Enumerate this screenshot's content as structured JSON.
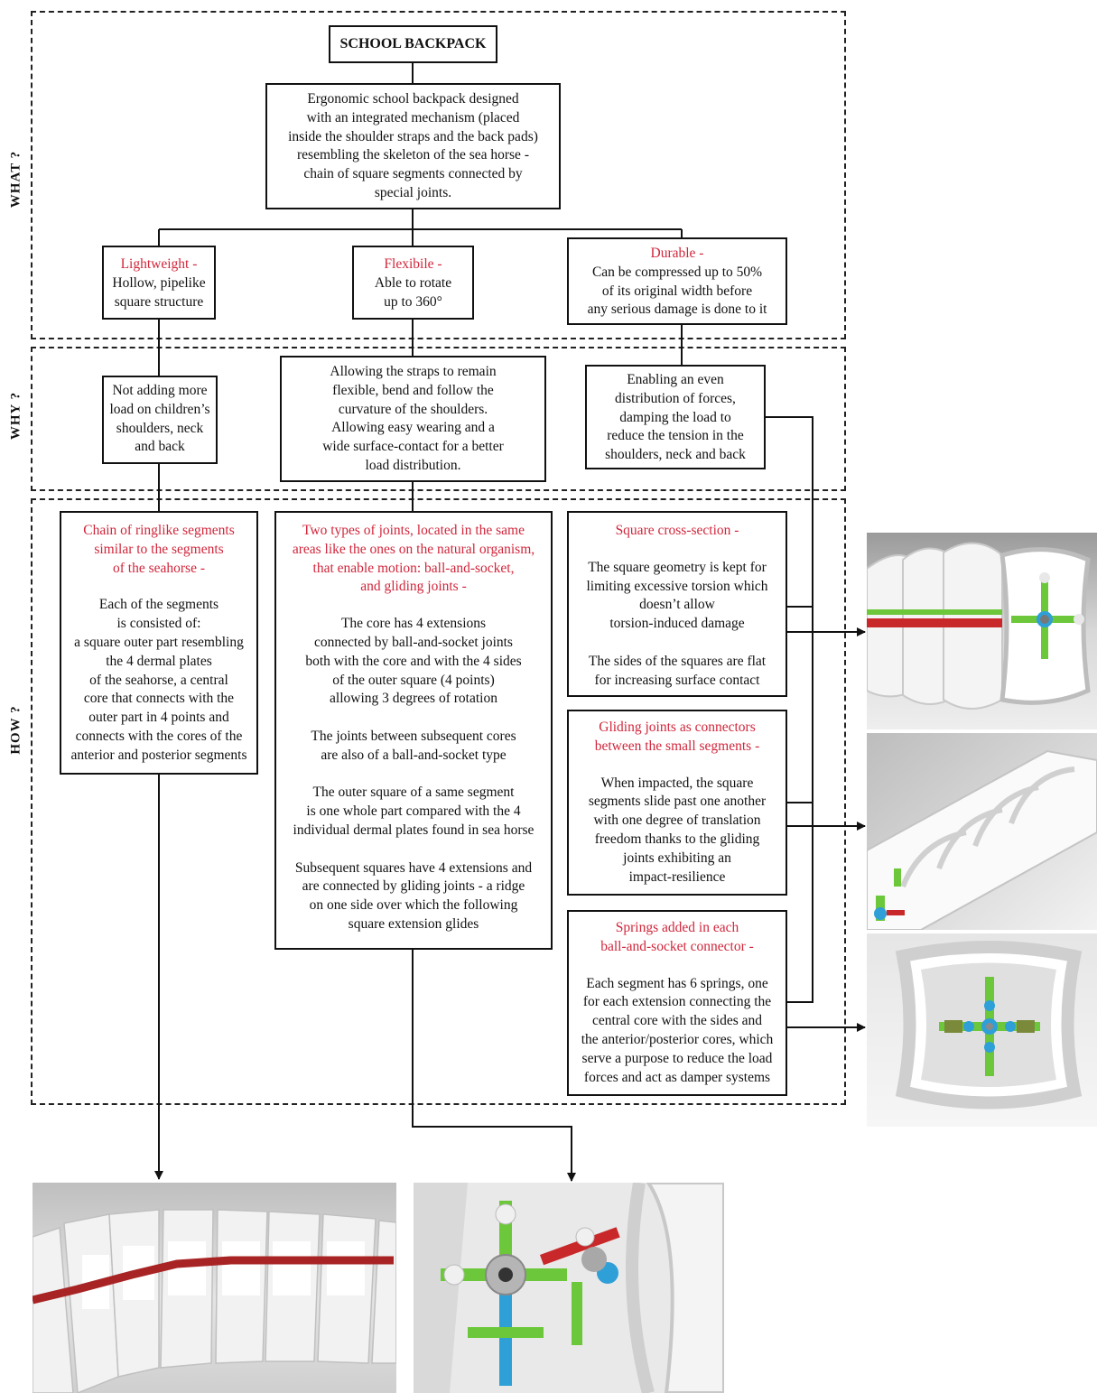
{
  "sections": {
    "what": "WHAT ?",
    "why": "WHY ?",
    "how": "HOW ?"
  },
  "root": {
    "title": "SCHOOL BACKPACK",
    "description": "Ergonomic school backpack designed\nwith an integrated mechanism (placed\ninside the shoulder straps and the back pads)\nresembling the skeleton of the sea horse -\nchain of square segments connected by\nspecial joints."
  },
  "what": [
    {
      "heading": "Lightweight -",
      "body": "Hollow, pipelike\nsquare structure"
    },
    {
      "heading": "Flexibile -",
      "body": "Able to rotate\nup to 360°"
    },
    {
      "heading": "Durable -",
      "body": "Can be compressed up to 50%\nof its original width before\nany serious damage is done to it"
    }
  ],
  "why": [
    {
      "body": "Not adding more\nload on children’s\nshoulders, neck\nand back"
    },
    {
      "body": "Allowing the straps to remain\nflexible, bend and follow the\ncurvature of the shoulders.\nAllowing easy wearing and a\nwide surface-contact for a better\nload distribution."
    },
    {
      "body": "Enabling an even\ndistribution of forces,\ndamping the load to\nreduce the tension in the\nshoulders, neck and back"
    }
  ],
  "how": {
    "segments": {
      "heading": "Chain of ringlike segments\nsimilar to the segments\nof the seahorse -",
      "body": "Each of the segments\nis consisted of:\na square outer part resembling\nthe 4 dermal plates\nof the seahorse, a central\ncore that connects with the\nouter part in 4 points and\nconnects with the cores of the\nanterior and posterior segments"
    },
    "joints": {
      "heading": "Two types of joints, located in the same\nareas like the ones on the natural organism,\nthat enable motion: ball-and-socket,\nand gliding joints -",
      "body": "The core has 4 extensions\nconnected by ball-and-socket joints\nboth with the core and with the 4 sides\nof the outer square (4 points)\nallowing 3 degrees of rotation\n\nThe joints between subsequent cores\nare also of a ball-and-socket type\n\nThe outer square of a same segment\nis one whole part compared with the 4\nindividual dermal plates found in sea horse\n\nSubsequent squares have 4 extensions and\nare connected by gliding joints - a ridge\non one side over which the following\nsquare extension glides"
    },
    "square": {
      "heading": "Square cross-section -",
      "body": "The square geometry is kept for\nlimiting excessive torsion which\ndoesn’t allow\ntorsion-induced damage\n\nThe sides of the squares are flat\nfor increasing surface contact"
    },
    "gliding": {
      "heading": "Gliding joints as connectors\nbetween the small segments -",
      "body": "When impacted, the square\nsegments slide past one another\nwith one degree of translation\nfreedom thanks to the gliding\njoints exhibiting an\nimpact-resilience"
    },
    "springs": {
      "heading": "Springs added in each\nball-and-socket connector -",
      "body": "Each segment has 6 springs, one\nfor each extension connecting the\ncentral core with the sides and\nthe anterior/posterior cores, which\nserve a purpose to reduce the load\nforces and act as damper systems"
    }
  },
  "colors": {
    "heading_red": "#d0263b",
    "core_blue": "#2f9fd8",
    "extension_green": "#6cc83a",
    "spring_red": "#c8282a"
  }
}
